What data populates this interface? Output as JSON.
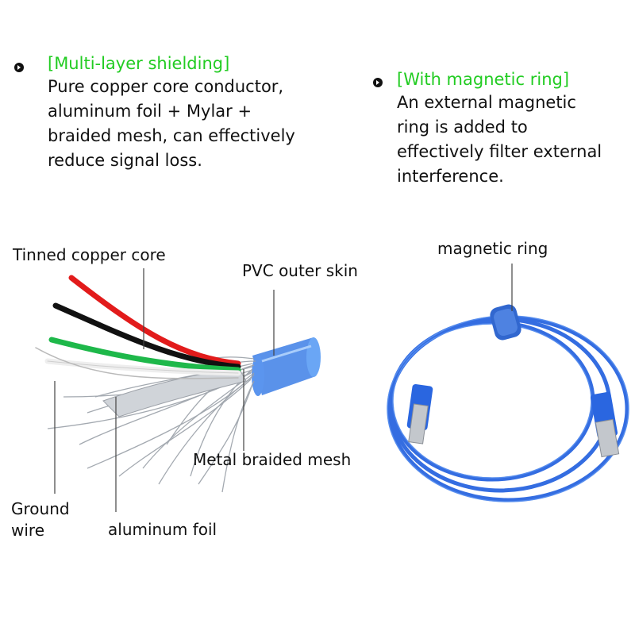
{
  "features": {
    "shielding": {
      "title": "[Multi-layer shielding]",
      "body": "Pure copper core conductor,\naluminum foil + Mylar +\nbraided mesh, can effectively\nreduce signal loss."
    },
    "magnetic": {
      "title": "[With magnetic ring]",
      "body": "An external magnetic\nring is added to\neffectively filter external\ninterference."
    }
  },
  "labels": {
    "tinned_copper_core": "Tinned copper core",
    "pvc_outer_skin": "PVC outer skin",
    "metal_braided_mesh": "Metal braided mesh",
    "ground_wire": "Ground\nwire",
    "aluminum_foil": "aluminum foil",
    "magnetic_ring": "magnetic ring"
  },
  "colors": {
    "title_green": "#22cc22",
    "cable_blue": "#2a66e0",
    "wire_red": "#e21b1b",
    "wire_green": "#1eb84a",
    "wire_black": "#111111",
    "wire_white": "#f4f4f4"
  }
}
